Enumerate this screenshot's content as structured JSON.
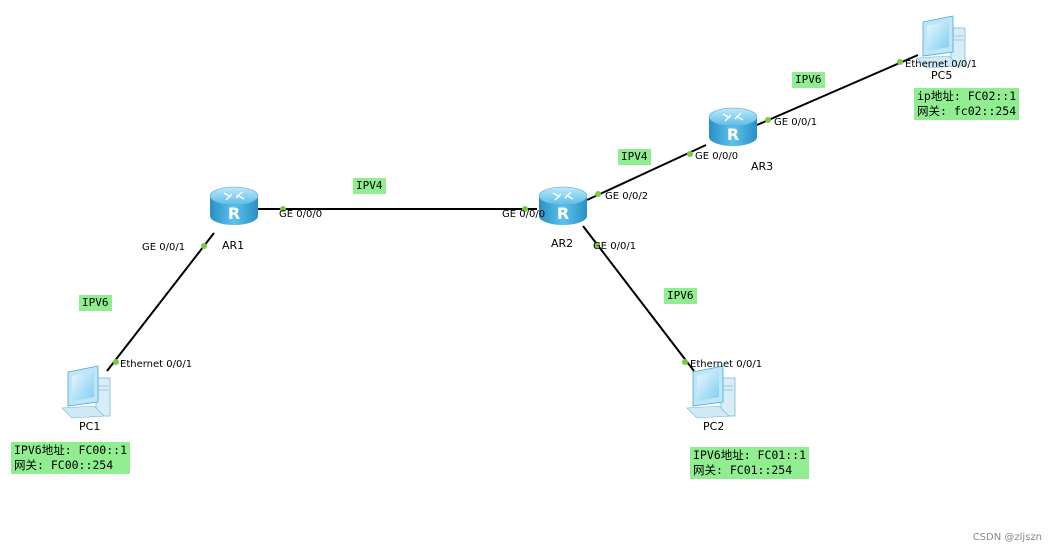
{
  "devices": {
    "ar1": "AR1",
    "ar2": "AR2",
    "ar3": "AR3",
    "pc1": "PC1",
    "pc2": "PC2",
    "pc5": "PC5"
  },
  "ports": {
    "ar1_ge000": "GE 0/0/0",
    "ar1_ge001": "GE 0/0/1",
    "ar2_ge000": "GE 0/0/0",
    "ar2_ge001": "GE 0/0/1",
    "ar2_ge002": "GE 0/0/2",
    "ar3_ge000": "GE 0/0/0",
    "ar3_ge001": "GE 0/0/1",
    "pc1_eth": "Ethernet 0/0/1",
    "pc2_eth": "Ethernet 0/0/1",
    "pc5_eth": "Ethernet 0/0/1"
  },
  "link_tags": {
    "ar1_ar2": "IPV4",
    "ar2_ar3": "IPV4",
    "ar1_pc1": "IPV6",
    "ar2_pc2": "IPV6",
    "ar3_pc5": "IPV6"
  },
  "notes": {
    "pc1_addr": "IPV6地址: FC00::1",
    "pc1_gw": "网关: FC00::254",
    "pc2_addr": "IPV6地址: FC01::1",
    "pc2_gw": "网关: FC01::254",
    "pc5_addr": "ip地址: FC02::1",
    "pc5_gw": "网关: fc02::254"
  },
  "watermark": "CSDN @zljszn",
  "colors": {
    "tag_bg": "#90ee90",
    "link": "#000000",
    "port_dot": "#7ac943",
    "router": "#3aa6dc"
  }
}
